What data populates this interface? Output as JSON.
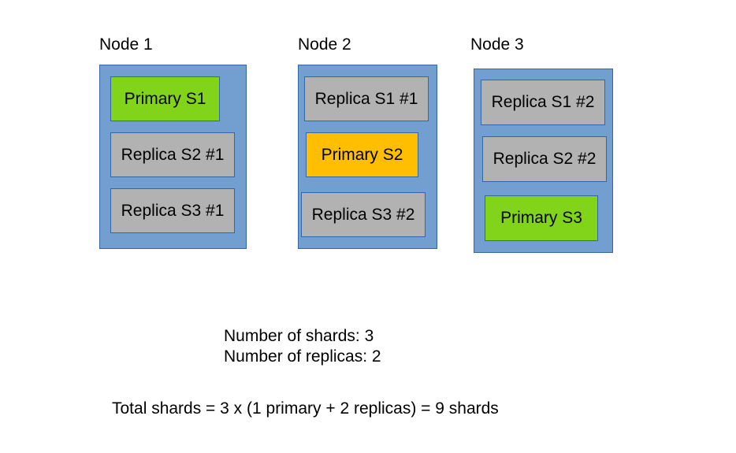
{
  "nodes": [
    {
      "title": "Node 1",
      "shards": [
        {
          "label": "Primary S1",
          "kind": "primary",
          "color": "#81d41a"
        },
        {
          "label": "Replica S2 #1",
          "kind": "replica",
          "color": "#b2b2b2"
        },
        {
          "label": "Replica S3 #1",
          "kind": "replica",
          "color": "#b2b2b2"
        }
      ]
    },
    {
      "title": "Node 2",
      "shards": [
        {
          "label": "Replica S1 #1",
          "kind": "replica",
          "color": "#b2b2b2"
        },
        {
          "label": "Primary S2",
          "kind": "primary",
          "color": "#ffbf00"
        },
        {
          "label": "Replica S3 #2",
          "kind": "replica",
          "color": "#b2b2b2"
        }
      ]
    },
    {
      "title": "Node 3",
      "shards": [
        {
          "label": "Replica S1 #2",
          "kind": "replica",
          "color": "#b2b2b2"
        },
        {
          "label": "Replica S2 #2",
          "kind": "replica",
          "color": "#b2b2b2"
        },
        {
          "label": "Primary S3",
          "kind": "primary",
          "color": "#81d41a"
        }
      ]
    }
  ],
  "info": {
    "shards_line": "Number of shards: 3",
    "replicas_line": "Number of replicas: 2",
    "total_line": "Total shards = 3 x (1 primary + 2 replicas) = 9 shards"
  },
  "colors": {
    "node_fill": "#729fcf",
    "node_border": "#3465a4"
  }
}
